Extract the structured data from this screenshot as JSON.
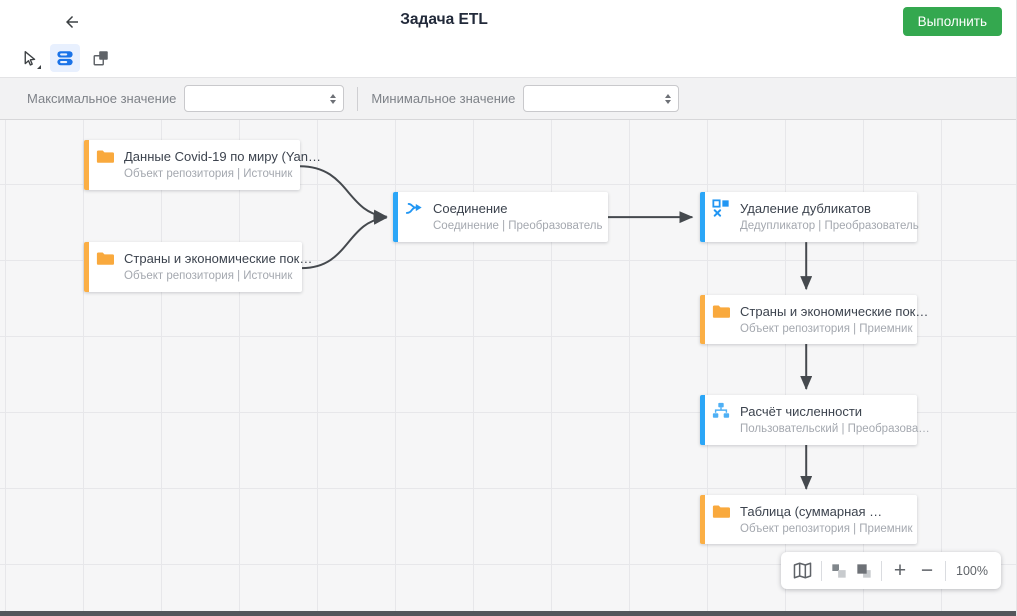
{
  "header": {
    "title": "Задача ETL",
    "run_button_label": "Выполнить"
  },
  "toolbar": {
    "tools": [
      "pointer-tool",
      "flow-select-tool",
      "bring-to-front-tool"
    ],
    "active_tool": "flow-select-tool"
  },
  "filters": {
    "max": {
      "label": "Максимальное значение",
      "value": ""
    },
    "min": {
      "label": "Минимальное значение",
      "value": ""
    }
  },
  "canvas": {
    "nodes": [
      {
        "title": "Данные Covid-19 по миру (Yan…",
        "subtitle": "Объект репозитория | Источник",
        "icon": "folder",
        "accent": "#fbaf45"
      },
      {
        "title": "Страны и экономические пок…",
        "subtitle": "Объект репозитория | Источник",
        "icon": "folder",
        "accent": "#fbaf45"
      },
      {
        "title": "Соединение",
        "subtitle": "Соединение | Преобразователь",
        "icon": "join-arrow",
        "accent": "#2ba6f7"
      },
      {
        "title": "Удаление дубликатов",
        "subtitle": "Дедупликатор | Преобразователь",
        "icon": "deduplicate",
        "accent": "#2ba6f7"
      },
      {
        "title": "Страны и экономические пок…",
        "subtitle": "Объект репозитория | Приемник",
        "icon": "folder",
        "accent": "#fbaf45"
      },
      {
        "title": "Расчёт численности",
        "subtitle": "Пользовательский | Преобразова…",
        "icon": "sitemap",
        "accent": "#2ba6f7"
      },
      {
        "title": "Таблица (суммарная …",
        "subtitle": "Объект репозитория | Приемник",
        "icon": "folder",
        "accent": "#fbaf45"
      }
    ],
    "edges": [
      {
        "from": 0,
        "to": 2
      },
      {
        "from": 1,
        "to": 2
      },
      {
        "from": 2,
        "to": 3
      },
      {
        "from": 3,
        "to": 4
      },
      {
        "from": 4,
        "to": 5
      },
      {
        "from": 5,
        "to": 6
      }
    ],
    "zoom_bar": {
      "zoom_level": "100%"
    }
  },
  "colors": {
    "accent_orange": "#fbaf45",
    "accent_blue": "#2ba6f7",
    "run_green": "#34a84f",
    "edge_gray": "#45494e"
  }
}
